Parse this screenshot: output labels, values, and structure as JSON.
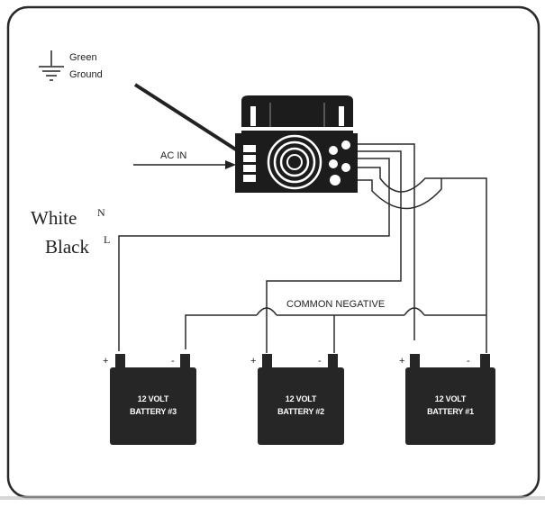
{
  "labels": {
    "ground_line1": "Green",
    "ground_line2": "Ground",
    "ac_in": "AC IN",
    "white": "White",
    "white_sup": "N",
    "black": "Black",
    "black_sup": "L",
    "common_negative": "COMMON NEGATIVE"
  },
  "batteries": [
    {
      "line1": "12 VOLT",
      "line2": "BATTERY #3",
      "plus": "+",
      "minus": "-"
    },
    {
      "line1": "12 VOLT",
      "line2": "BATTERY #2",
      "plus": "+",
      "minus": "-"
    },
    {
      "line1": "12 VOLT",
      "line2": "BATTERY #1",
      "plus": "+",
      "minus": "-"
    }
  ],
  "colors": {
    "line": "#2a2a2a",
    "device": "#1c1c1c",
    "battery": "#262626",
    "background": "#ffffff"
  }
}
